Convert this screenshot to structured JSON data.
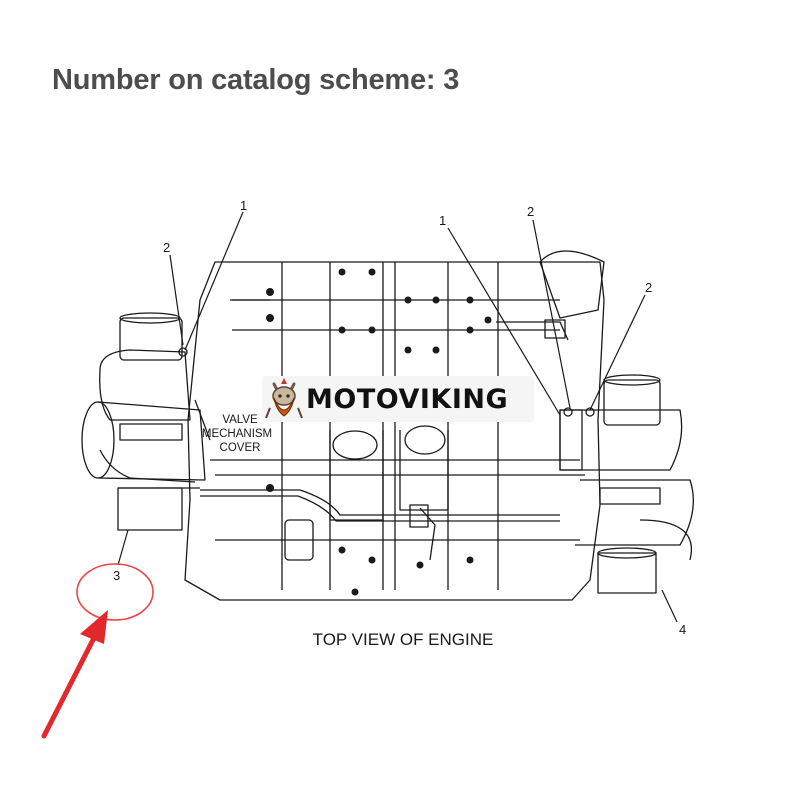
{
  "heading": "Number on catalog scheme: 3",
  "diagram": {
    "callouts": {
      "c1_left": "1",
      "c2_left": "2",
      "c1_center": "1",
      "c2_right_top": "2",
      "c2_right": "2",
      "c3": "3",
      "c4": "4"
    },
    "label_valve_line1": "VALVE",
    "label_valve_line2": "MECHANISM",
    "label_valve_line3": "COVER",
    "caption": "TOP VIEW OF ENGINE"
  },
  "watermark": {
    "brand": "MOTOVIKING"
  },
  "colors": {
    "heading": "#4d4d4d",
    "line_art": "#1a1a1a",
    "highlight": "#e8464b",
    "arrow": "#e0282d"
  }
}
